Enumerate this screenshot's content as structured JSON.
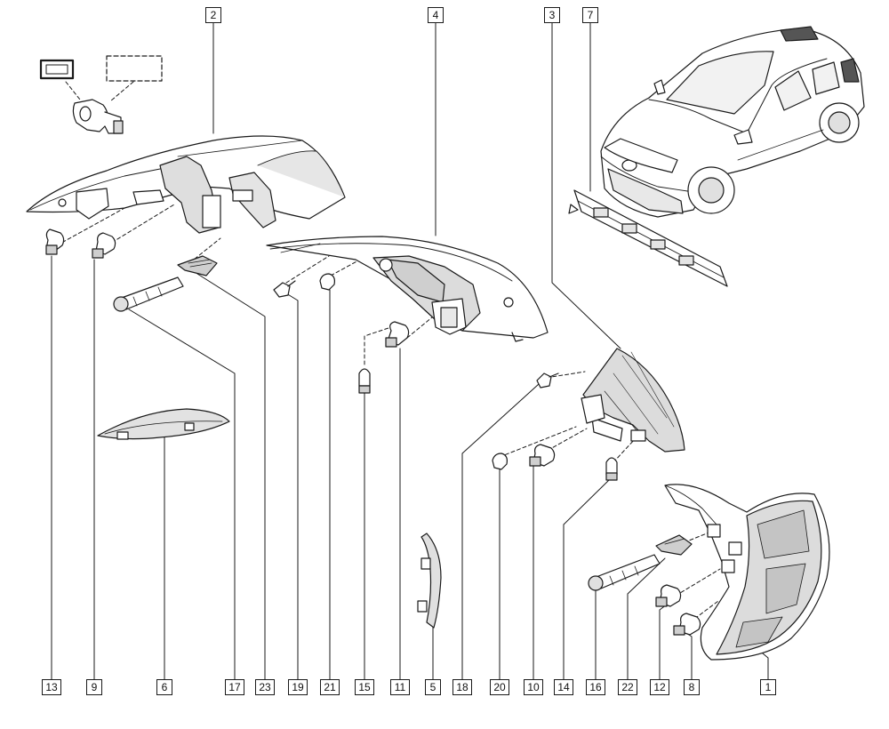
{
  "diagram": {
    "colors": {
      "ink": "#1a1a1a",
      "fill": "#ffffff",
      "shade": "#d8d8d8",
      "shade_dark": "#a8a8a8"
    },
    "top_callouts": [
      "2",
      "4",
      "3",
      "7"
    ],
    "bottom_callouts": [
      "13",
      "9",
      "6",
      "17",
      "23",
      "19",
      "21",
      "15",
      "11",
      "5",
      "18",
      "20",
      "10",
      "14",
      "16",
      "22",
      "12",
      "8",
      "1"
    ]
  }
}
